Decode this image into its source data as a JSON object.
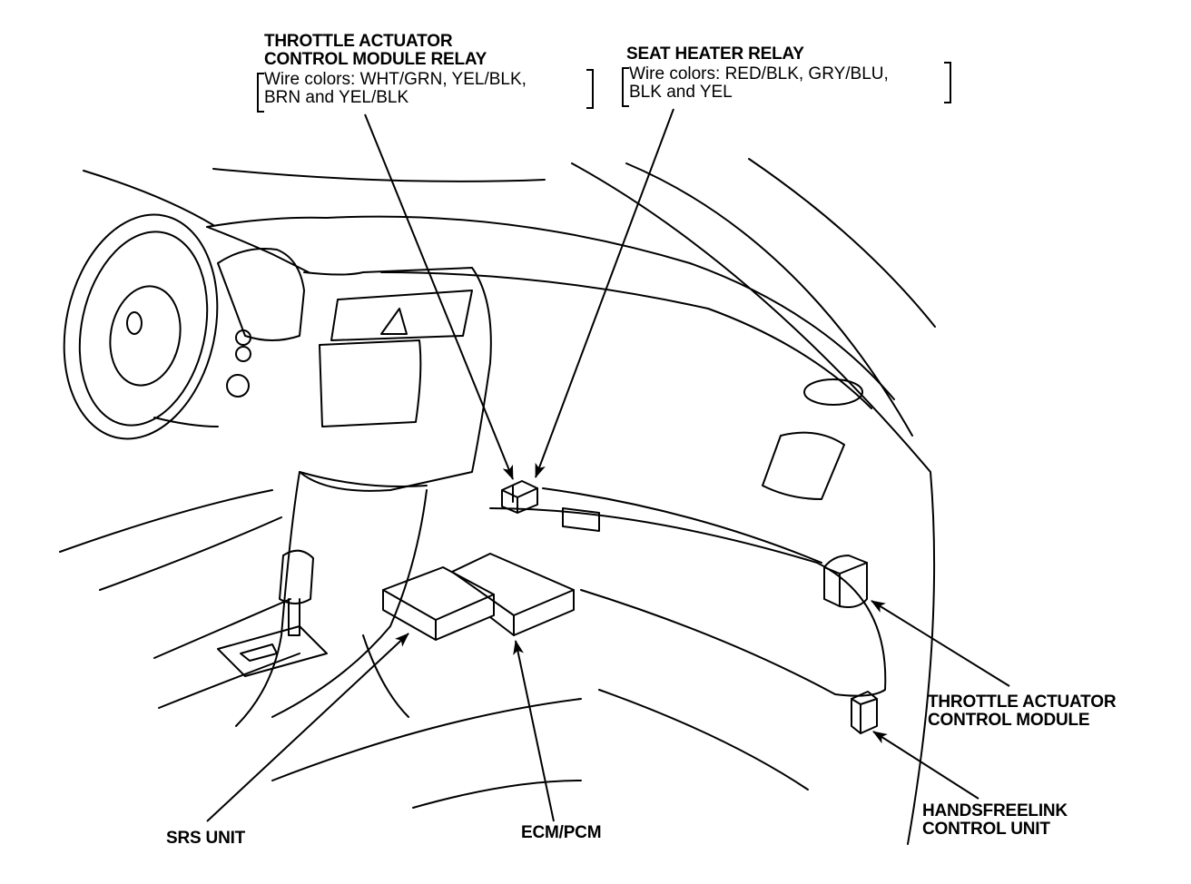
{
  "labels": {
    "tacm_relay": {
      "title_line1": "THROTTLE ACTUATOR",
      "title_line2": "CONTROL MODULE RELAY",
      "wire_line1": "Wire colors: WHT/GRN, YEL/BLK,",
      "wire_line2": "BRN and YEL/BLK"
    },
    "seat_heater_relay": {
      "title": "SEAT HEATER RELAY",
      "wire_line1": "Wire colors: RED/BLK, GRY/BLU,",
      "wire_line2": "BLK and YEL"
    },
    "tacm": {
      "line1": "THROTTLE ACTUATOR",
      "line2": "CONTROL MODULE"
    },
    "handsfreelink": {
      "line1": "HANDSFREELINK",
      "line2": "CONTROL UNIT"
    },
    "srs_unit": "SRS UNIT",
    "ecm_pcm": "ECM/PCM"
  },
  "colors": {
    "line": "#000000",
    "background": "#ffffff"
  }
}
